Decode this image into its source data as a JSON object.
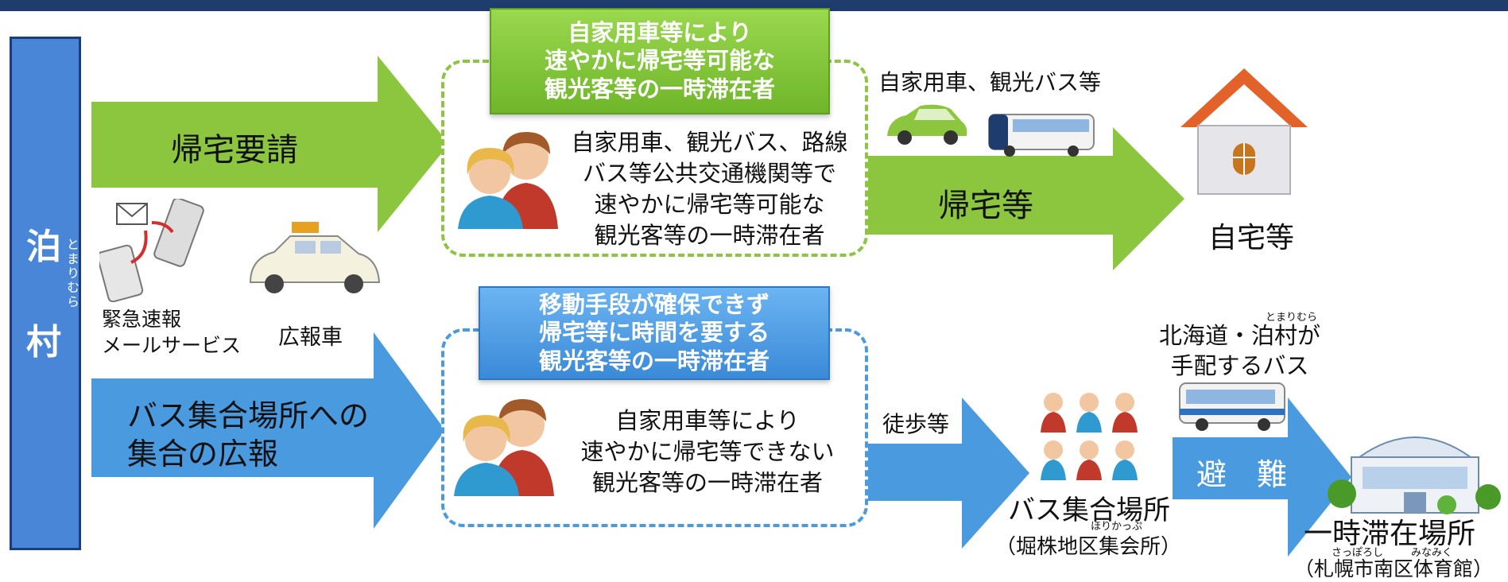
{
  "village": {
    "name_top": "泊",
    "name_bottom": "村",
    "ruby": "とまりむら"
  },
  "top_flow": {
    "arrow_label": "帰宅要請",
    "box_header": "自家用車等により\n速やかに帰宅等可能な\n観光客等の一時滞在者",
    "box_body": "自家用車、観光バス、路線\nバス等公共交通機関等で\n速やかに帰宅等可能な\n観光客等の一時滞在者",
    "vehicles_label": "自家用車、観光バス等",
    "arrow2_label": "帰宅等",
    "destination": "自宅等"
  },
  "notice": {
    "email_label": "緊急速報\nメールサービス",
    "car_label": "広報車"
  },
  "bottom_flow": {
    "arrow_label": "バス集合場所への\n集合の広報",
    "box_header": "移動手段が確保できず\n帰宅等に時間を要する\n観光客等の一時滞在者",
    "box_body": "自家用車等により\n速やかに帰宅等できない\n観光客等の一時滞在者",
    "walk_label": "徒歩等",
    "gathering_label": "バス集合場所",
    "gathering_ruby": "ほりかっぷ",
    "gathering_sub": "（堀株地区集会所）",
    "bus_ruby": "とまりむら",
    "bus_label": "北海道・泊村が\n手配するバス",
    "evac_label": "避　難",
    "shelter_label": "一時滞在場所",
    "shelter_ruby_1": "さっぽろし",
    "shelter_ruby_2": "みなみく",
    "shelter_sub": "（札幌市南区体育館）"
  },
  "colors": {
    "green": "#8cc63f",
    "blue": "#4a9ae0",
    "navy": "#1f3c6e"
  }
}
